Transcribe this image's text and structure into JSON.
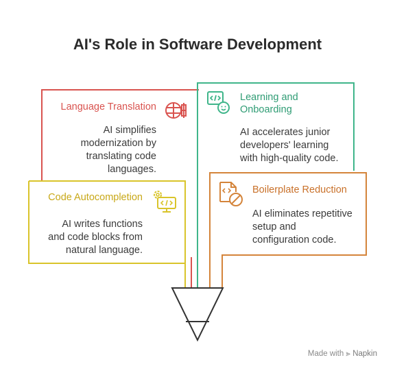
{
  "title": "AI's Role in Software Development",
  "colors": {
    "red": "#d9534f",
    "green": "#3fb58a",
    "yellow": "#d9c42a",
    "orange": "#d4843a",
    "title_red": "#d9534f",
    "title_green": "#2f9c74",
    "title_yellow": "#c8a817",
    "title_orange": "#c9712a"
  },
  "cards": {
    "language": {
      "title": "Language Translation",
      "desc": [
        "AI simplifies",
        "modernization by",
        "translating code",
        "languages."
      ],
      "icon": "currency-exchange-icon"
    },
    "learning": {
      "title": [
        "Learning and",
        "Onboarding"
      ],
      "desc": [
        "AI accelerates junior",
        "developers' learning",
        "with high-quality code."
      ],
      "icon": "code-learner-icon"
    },
    "autocompletion": {
      "title": "Code Autocompletion",
      "desc": [
        "AI writes functions",
        "and code blocks from",
        "natural language."
      ],
      "icon": "code-settings-monitor-icon"
    },
    "boilerplate": {
      "title": "Boilerplate Reduction",
      "desc": [
        "AI eliminates repetitive",
        "setup and",
        "configuration code."
      ],
      "icon": "code-file-blocked-icon"
    }
  },
  "footer": {
    "made_with": "Made with",
    "brand": "Napkin"
  }
}
